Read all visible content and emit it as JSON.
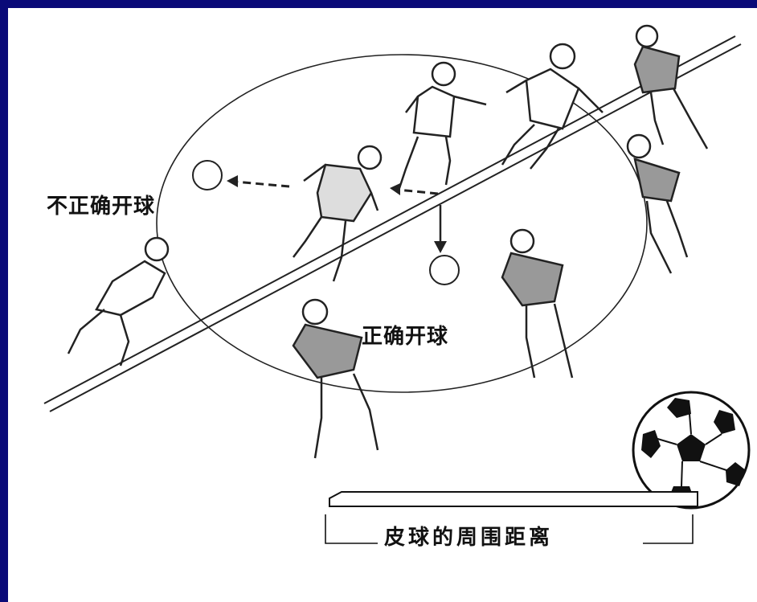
{
  "diagram": {
    "labels": {
      "incorrect_kickoff": "不正确开球",
      "correct_kickoff": "正确开球",
      "ball_circumference": "皮球的周围距离"
    },
    "colors": {
      "frame": "#0a0a78",
      "background": "#ffffff",
      "ink": "#111111"
    },
    "icons": [
      "soccer-ball-icon",
      "player-figure-icon",
      "arrow-icon"
    ]
  }
}
